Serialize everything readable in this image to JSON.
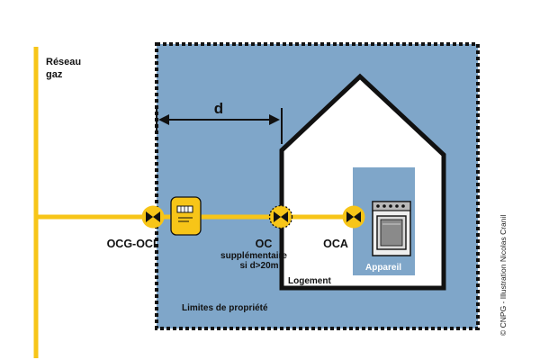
{
  "labels": {
    "network": [
      "Réseau",
      "gaz"
    ],
    "distance": "d",
    "ocg": "OCG-OCI",
    "oc_title": "OC",
    "oc_sub1": "supplémentaire",
    "oc_sub2": "si d>20m",
    "oca": "OCA",
    "housing": "Logement",
    "appliance": "Appareil",
    "property": "Limites de propriété",
    "credit": "© CNPG - Illustration Nicolas Cranil"
  },
  "colors": {
    "property_fill": "#7fa6c9",
    "property_border": "#111111",
    "appliance_box": "#7fa6c9",
    "gas_line": "#f7c518",
    "house_fill": "#ffffff",
    "house_stroke": "#111111",
    "valve_fill": "#f7c518",
    "valve_marker": "#111111",
    "meter_fill": "#f7c518",
    "text": "#111111",
    "text_light": "#ffffff"
  },
  "icons": {
    "valve": "butterfly-valve-icon",
    "meter": "gas-meter-icon",
    "stove": "gas-stove-icon"
  }
}
